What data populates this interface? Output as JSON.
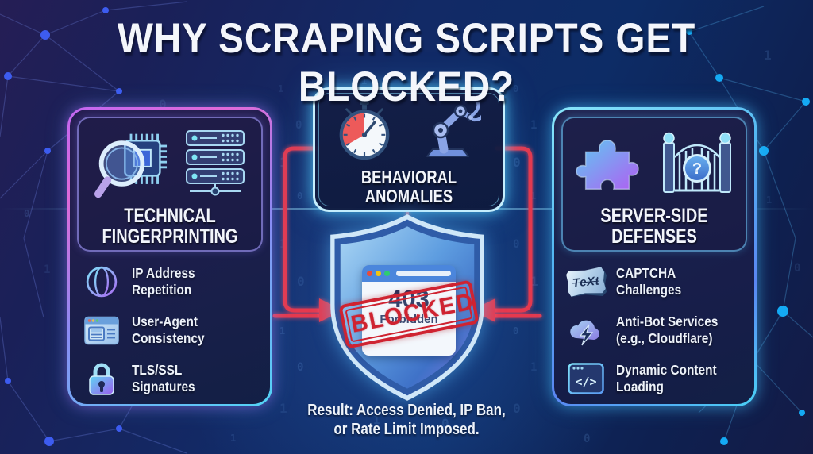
{
  "title": "WHY SCRAPING SCRIPTS GET BLOCKED?",
  "panels": {
    "technical": {
      "title_line1": "TECHNICAL",
      "title_line2": "FINGERPRINTING",
      "items": [
        {
          "icon": "globe-icon",
          "label": "IP Address Repetition"
        },
        {
          "icon": "browser-window-icon",
          "label": "User-Agent Consistency"
        },
        {
          "icon": "padlock-icon",
          "label": "TLS/SSL Signatures"
        }
      ]
    },
    "behavioral": {
      "title_line1": "BEHAVIORAL",
      "title_line2": "ANOMALIES",
      "icons": [
        "stopwatch-icon",
        "robot-arm-icon"
      ]
    },
    "server_side": {
      "title_line1": "SERVER-SIDE",
      "title_line2": "DEFENSES",
      "items": [
        {
          "icon": "captcha-text-icon",
          "label": "CAPTCHA Challenges"
        },
        {
          "icon": "cloud-lightning-icon",
          "label": "Anti-Bot Services (e.g., Cloudflare)"
        },
        {
          "icon": "code-window-icon",
          "label": "Dynamic Content Loading"
        }
      ]
    }
  },
  "shield": {
    "error_code": "403",
    "error_text": "Forbidden",
    "stamp_text": "BLOCKED"
  },
  "result": {
    "line1": "Result: Access Denied, IP Ban,",
    "line2": "or Rate Limit Imposed."
  },
  "icon_glyphs": {
    "captcha_text": "TeXt",
    "gate_question": "?",
    "code_brackets": "</>"
  },
  "colors": {
    "arrow_red": "#e6394e",
    "stamp_red": "#cf2331",
    "accent_cyan": "#5fd9f8",
    "accent_purple": "#b66cf2",
    "background_navy": "#12204e"
  },
  "backdrop": {
    "binary_chars": "01"
  }
}
